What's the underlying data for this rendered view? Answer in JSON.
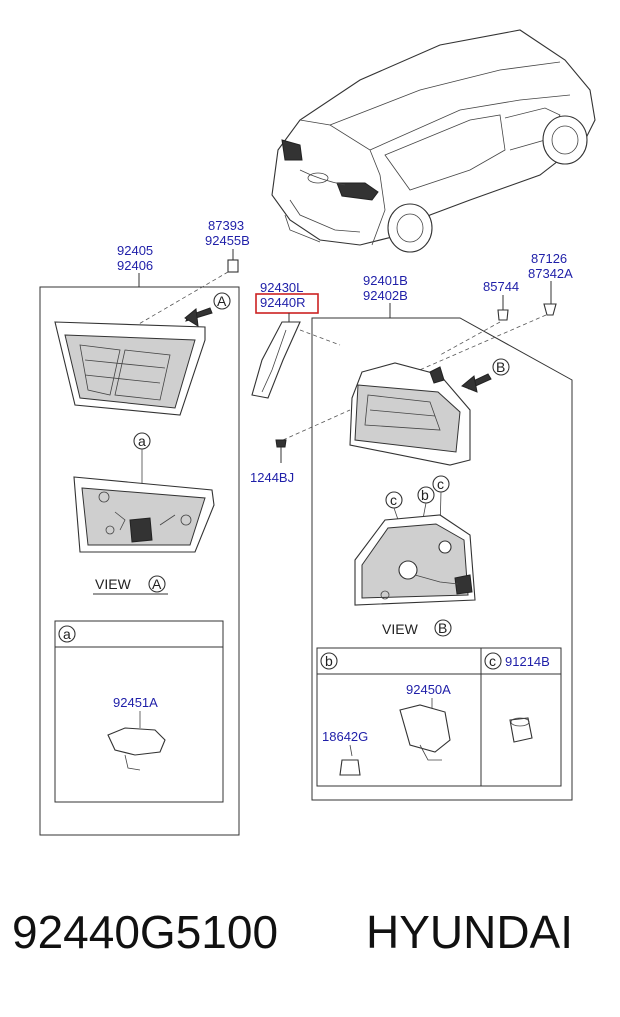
{
  "colors": {
    "label": "#1f1fa8",
    "highlight": "#cc2222",
    "line": "#333333"
  },
  "labels": {
    "p87393": "87393",
    "p92455B": "92455B",
    "p92405": "92405",
    "p92406": "92406",
    "p92430L": "92430L",
    "p92440R": "92440R",
    "p92401B": "92401B",
    "p92402B": "92402B",
    "p85744": "85744",
    "p87126": "87126",
    "p87342A": "87342A",
    "p1244BJ": "1244BJ",
    "p92451A": "92451A",
    "p92450A": "92450A",
    "p18642G": "18642G",
    "p91214B": "91214B"
  },
  "callouts": {
    "A": "A",
    "B": "B",
    "a": "a",
    "b": "b",
    "c": "c"
  },
  "views": {
    "view_label": "VIEW",
    "view_a": "A",
    "view_b": "B"
  },
  "caption": {
    "part_number": "92440G5100",
    "brand": "HYUNDAI"
  }
}
